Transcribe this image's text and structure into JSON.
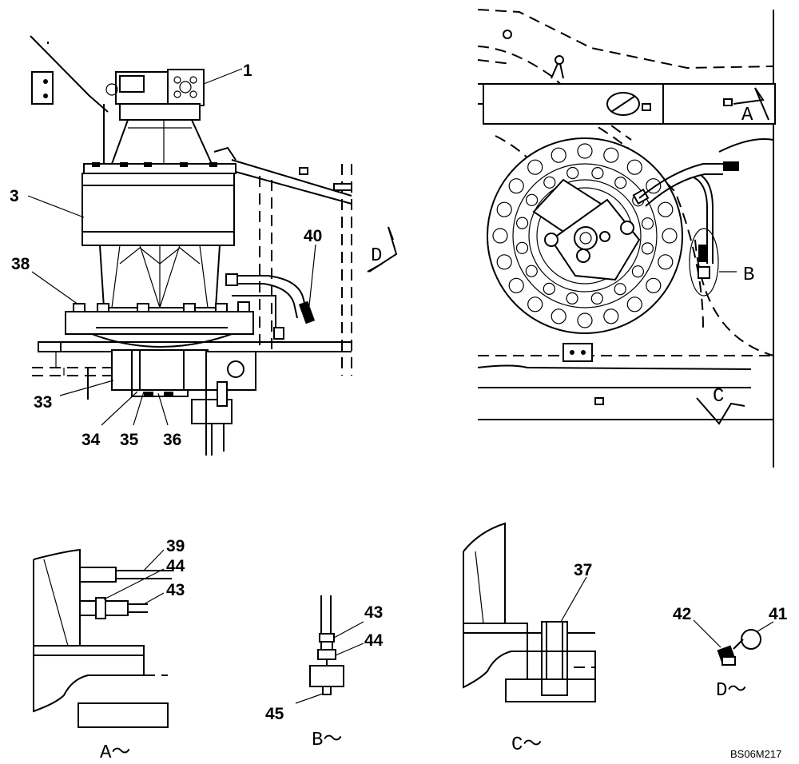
{
  "callouts": {
    "c1": "1",
    "c3": "3",
    "c38": "38",
    "c40": "40",
    "c33": "33",
    "c34": "34",
    "c35": "35",
    "c36": "36",
    "c39": "39",
    "c44a": "44",
    "c43a": "43",
    "c43b": "43",
    "c44b": "44",
    "c45": "45",
    "c37": "37",
    "c42": "42",
    "c41": "41"
  },
  "view_markers": {
    "a": "A",
    "b": "B",
    "c": "C",
    "d": "D"
  },
  "view_titles": {
    "a": "A～",
    "b": "B～",
    "c": "C～",
    "d": "D～"
  },
  "drawing_code": "BS06M217"
}
